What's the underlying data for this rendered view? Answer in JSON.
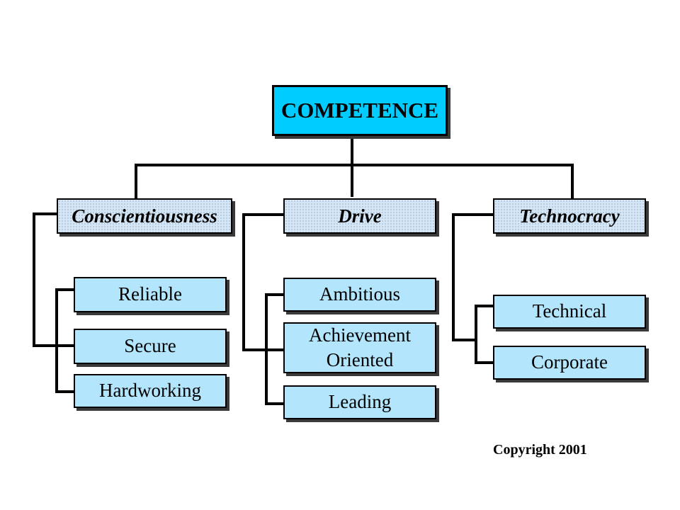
{
  "root": {
    "label": "COMPETENCE"
  },
  "categories": [
    {
      "label": "Conscientiousness",
      "items": [
        "Reliable",
        "Secure",
        "Hardworking"
      ]
    },
    {
      "label": "Drive",
      "items": [
        "Ambitious",
        "Achievement Oriented",
        "Leading"
      ]
    },
    {
      "label": "Technocracy",
      "items": [
        "Technical",
        "Corporate"
      ]
    }
  ],
  "footer": {
    "copyright": "Copyright 2001"
  },
  "colors": {
    "root_fill": "#00ccff",
    "category_fill": "#d6e6f5",
    "item_fill": "#b3e5fc",
    "line": "#000000"
  }
}
